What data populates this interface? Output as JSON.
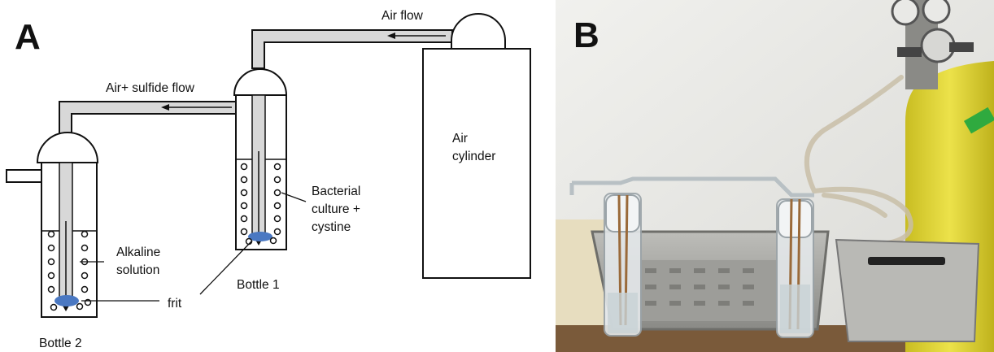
{
  "panel_a": {
    "letter": "A",
    "labels": {
      "air_flow": "Air flow",
      "air_sulfide_flow": "Air+ sulfide flow",
      "air_cylinder_line1": "Air",
      "air_cylinder_line2": "cylinder",
      "bacterial_line1": "Bacterial",
      "bacterial_line2": "culture +",
      "bacterial_line3": "cystine",
      "alkaline_line1": "Alkaline",
      "alkaline_line2": "solution",
      "frit": "frit",
      "bottle1": "Bottle 1",
      "bottle2": "Bottle 2"
    }
  },
  "panel_b": {
    "letter": "B"
  },
  "colors": {
    "frit": "#4a78c2",
    "tube_fill": "#dcdcdc",
    "cylinder_yellow": "#e3d63a",
    "sink_steel": "#a7a7a3",
    "wall": "#e6e6e2"
  }
}
